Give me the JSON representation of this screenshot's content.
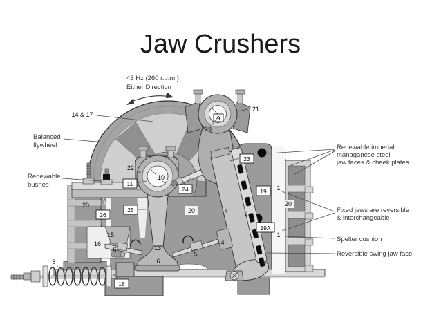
{
  "slide": {
    "title": "Jaw Crushers"
  },
  "rotation_note": {
    "line1": "43 Hz (260 r.p.m.)",
    "line2": "Either Direction"
  },
  "callouts": {
    "parts_14_17": "14 & 17",
    "balanced_flywheel": {
      "line1": "Balanced",
      "line2": "flywheel"
    },
    "renewable_bushes": {
      "line1": "Renewable",
      "line2": "bushes"
    },
    "jaw_faces": {
      "line1": "Renewable imperial",
      "line2": "managanese steel",
      "line3": "jaw faces & cheek plates"
    },
    "fixed_jaws": {
      "line1": "Fixed jaws are reversible",
      "line2": "& interchangeable"
    },
    "spelter_cushion": "Spelter cushion",
    "swing_jaw_face": "Reversible swing jaw face"
  },
  "part_numbers": {
    "n14_17": "14 & 17",
    "n21": "21",
    "n9": "9",
    "n29": "29",
    "n23": "23",
    "n22": "22",
    "n11": "11",
    "n10": "10",
    "n24": "24",
    "n19": "19",
    "n19a": "19A",
    "n25": "25",
    "n26": "26",
    "n20a": "20",
    "n20b": "20",
    "n20c": "20",
    "n3": "3",
    "n2": "2",
    "n1a": "1",
    "n1b": "1",
    "n15": "15",
    "n16": "16",
    "n13": "13",
    "n6a": "6",
    "n6b": "6",
    "n5": "5",
    "n4": "4",
    "n8": "8",
    "n18": "18"
  },
  "colors": {
    "frame_gray": "#9b9b9b",
    "light_gray": "#c9c9c9",
    "panel_gray": "#d6d6d6",
    "outline": "#2e2e2e",
    "label_text": "#3a3a3a",
    "detail_black": "#0a0a0a",
    "background": "#ffffff"
  }
}
